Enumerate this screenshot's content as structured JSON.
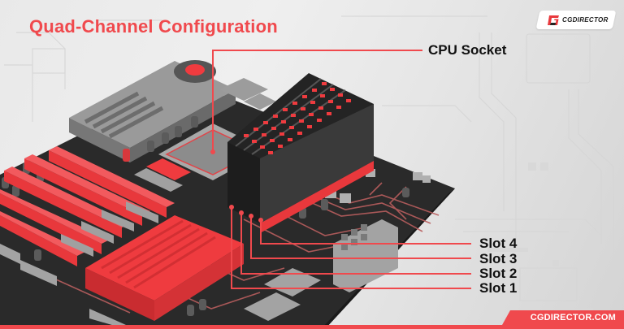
{
  "title": "Quad-Channel Configuration",
  "colors": {
    "accent": "#f0494d",
    "label_text": "#111111",
    "board": "#2a2a2a",
    "board_edge": "#1a1a1a",
    "trace": "#c46a6a",
    "heatsink_gray": "#8f8f8f",
    "ram_dark": "#2b2b2b"
  },
  "logo": {
    "icon": "cgdirector-logo-icon",
    "text": "CGDIRECTOR"
  },
  "labels": {
    "cpu_socket": "CPU Socket",
    "slots": [
      {
        "label": "Slot 4"
      },
      {
        "label": "Slot 3"
      },
      {
        "label": "Slot 2"
      },
      {
        "label": "Slot 1"
      }
    ]
  },
  "footer": {
    "url": "CGDIRECTOR.COM"
  }
}
